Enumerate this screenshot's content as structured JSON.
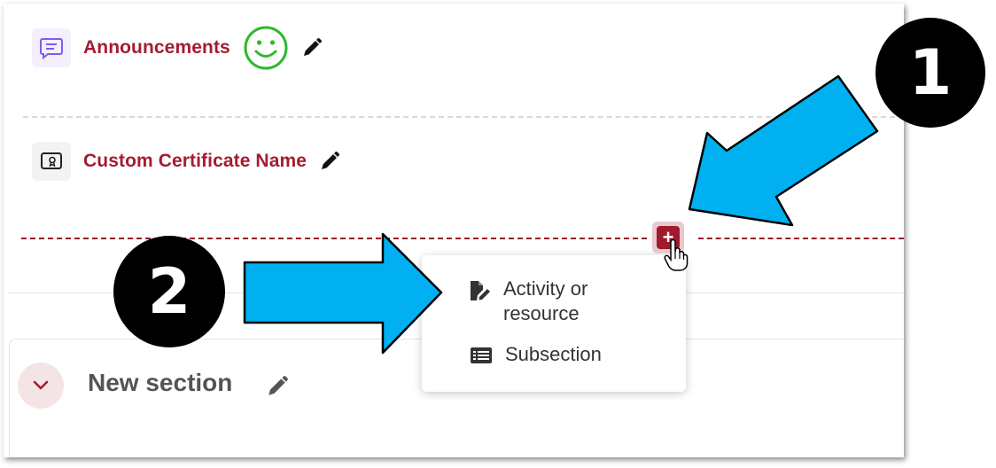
{
  "activities": [
    {
      "label": "Announcements",
      "icon": "forum-icon",
      "status_icon": "smiley-icon",
      "edit_icon": "pencil-icon"
    },
    {
      "label": "Custom Certificate Name",
      "icon": "certificate-icon",
      "edit_icon": "pencil-icon"
    }
  ],
  "add_button": {
    "label": "+",
    "icon": "plus-icon"
  },
  "add_menu": {
    "items": [
      {
        "label_line1": "Activity or",
        "label_line2": "resource",
        "icon": "file-pen-icon"
      },
      {
        "label": "Subsection",
        "icon": "list-icon"
      }
    ]
  },
  "section": {
    "title": "New section",
    "collapse_icon": "chevron-down-icon",
    "edit_icon": "pencil-icon"
  },
  "callouts": {
    "badge1": "1",
    "badge2": "2"
  },
  "colors": {
    "brand_red": "#a51c30",
    "arrow_blue": "#00b0f0",
    "smiley_green": "#2eb82e",
    "forum_purple": "#7c5cf4"
  }
}
